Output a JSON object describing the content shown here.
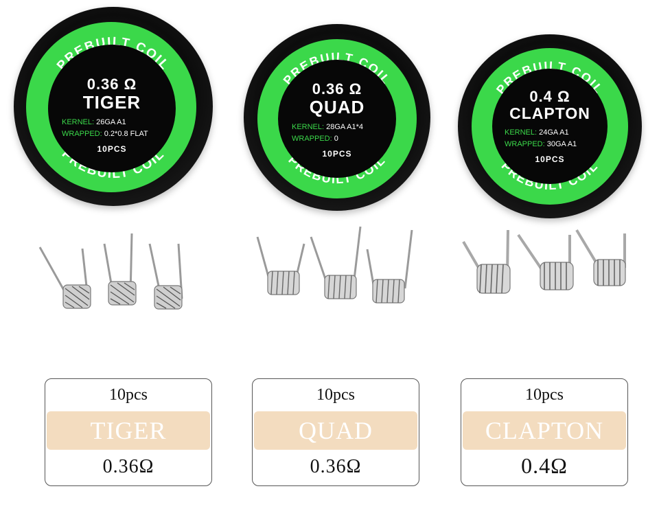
{
  "products": [
    {
      "spool": {
        "ring_text": "PREBUILT COIL",
        "resistance": "0.36 Ω",
        "model": "TIGER",
        "kernel_label": "KERNEL:",
        "kernel_value": "26GA A1",
        "wrapped_label": "WRAPPED:",
        "wrapped_value": "0.2*0.8 FLAT",
        "count": "10PCS"
      },
      "card": {
        "qty": "10pcs",
        "name": "TIGER",
        "resistance": "0.36Ω"
      }
    },
    {
      "spool": {
        "ring_text": "PREBUILT COIL",
        "resistance": "0.36 Ω",
        "model": "QUAD",
        "kernel_label": "KERNEL:",
        "kernel_value": "28GA A1*4",
        "wrapped_label": "WRAPPED:",
        "wrapped_value": "0",
        "count": "10PCS"
      },
      "card": {
        "qty": "10pcs",
        "name": "QUAD",
        "resistance": "0.36Ω"
      }
    },
    {
      "spool": {
        "ring_text": "PREBUILT COIL",
        "resistance": "0.4 Ω",
        "model": "CLAPTON",
        "kernel_label": "KERNEL:",
        "kernel_value": "24GA A1",
        "wrapped_label": "WRAPPED:",
        "wrapped_value": "30GA A1",
        "count": "10PCS"
      },
      "card": {
        "qty": "10pcs",
        "name": "CLAPTON",
        "resistance": "0.4Ω"
      }
    }
  ],
  "colors": {
    "ring_green": "#3bd84a",
    "band_tan": "#f3dcbf",
    "spool_black": "#0c0c0c"
  }
}
